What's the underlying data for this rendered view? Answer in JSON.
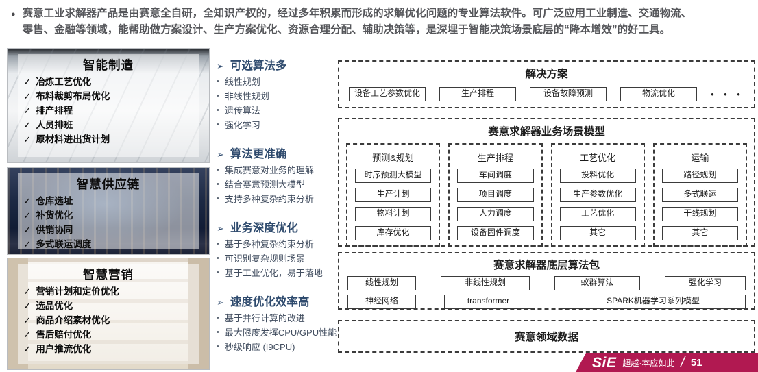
{
  "intro": {
    "line1": "赛意工业求解器产品是由赛意全自研，全知识产权的，经过多年积累而形成的求解优化问题的专业算法软件。可广泛应用工业制造、交通物流、",
    "line2": "零售、金融等领域，能帮助做方案设计、生产方案优化、资源合理分配、辅助决策等，是深埋于智能决策场景底层的“降本增效”的好工具。"
  },
  "glyphs": {
    "dot": "●",
    "check": "✓",
    "arrow": "➢",
    "bullet": "•"
  },
  "left_cards": [
    {
      "title": "智能制造",
      "items": [
        "冶炼工艺优化",
        "布料裁剪布局优化",
        "排产排程",
        "人员排班",
        "原材料进出货计划"
      ]
    },
    {
      "title": "智慧供应链",
      "items": [
        "仓库选址",
        "补货优化",
        "供销协同",
        "多式联运调度"
      ]
    },
    {
      "title": "智慧营销",
      "items": [
        "营销计划和定价优化",
        "选品优化",
        "商品介绍素材优化",
        "售后赔付优化",
        "用户推流优化"
      ]
    }
  ],
  "features": [
    {
      "title": "可选算法多",
      "items": [
        "线性规划",
        "非线性规划",
        "遗传算法",
        "强化学习"
      ]
    },
    {
      "title": "算法更准确",
      "items": [
        "集成赛意对业务的理解",
        "结合赛意预测大模型",
        "支持多种复杂约束分析"
      ]
    },
    {
      "title": "业务深度优化",
      "items": [
        "基于多种复杂约束分析",
        "可识别复杂规则场景",
        "基于工业优化，易于落地"
      ]
    },
    {
      "title": "速度优化效率高",
      "items": [
        "基于并行计算的改进",
        "最大限度发挥CPU/GPU性能",
        "秒级响应 (I9CPU)"
      ]
    }
  ],
  "diagram": {
    "solutions": {
      "title": "解决方案",
      "boxes": [
        "设备工艺参数优化",
        "生产排程",
        "设备故障预测",
        "物流优化"
      ],
      "ellipsis": "● ● ●"
    },
    "scenarios": {
      "title": "赛意求解器业务场景模型",
      "columns": [
        {
          "header": "预测&规划",
          "boxes": [
            "时序预测大模型",
            "生产计划",
            "物料计划",
            "库存优化"
          ]
        },
        {
          "header": "生产排程",
          "boxes": [
            "车间调度",
            "项目调度",
            "人力调度",
            "设备固件调度"
          ]
        },
        {
          "header": "工艺优化",
          "boxes": [
            "投料优化",
            "生产参数优化",
            "工艺优化",
            "其它"
          ]
        },
        {
          "header": "运输",
          "boxes": [
            "路径规划",
            "多式联运",
            "干线规划",
            "其它"
          ]
        }
      ]
    },
    "algorithms": {
      "title": "赛意求解器底层算法包",
      "row1": [
        "线性规划",
        "非线性规划",
        "蚁群算法",
        "强化学习"
      ],
      "row2": [
        "神经网络",
        "transformer",
        "SPARK机器学习系列模型"
      ]
    },
    "data_layer": {
      "title": "赛意领域数据"
    }
  },
  "footer": {
    "logo": "SiE",
    "slogan": "超越·本应如此",
    "slash": "/",
    "page_number": "51"
  },
  "colors": {
    "accent_navy": "#2F4B6E",
    "text_gray": "#55565A",
    "logo_red": "#B11951",
    "border_dark": "#3B3B3B"
  }
}
